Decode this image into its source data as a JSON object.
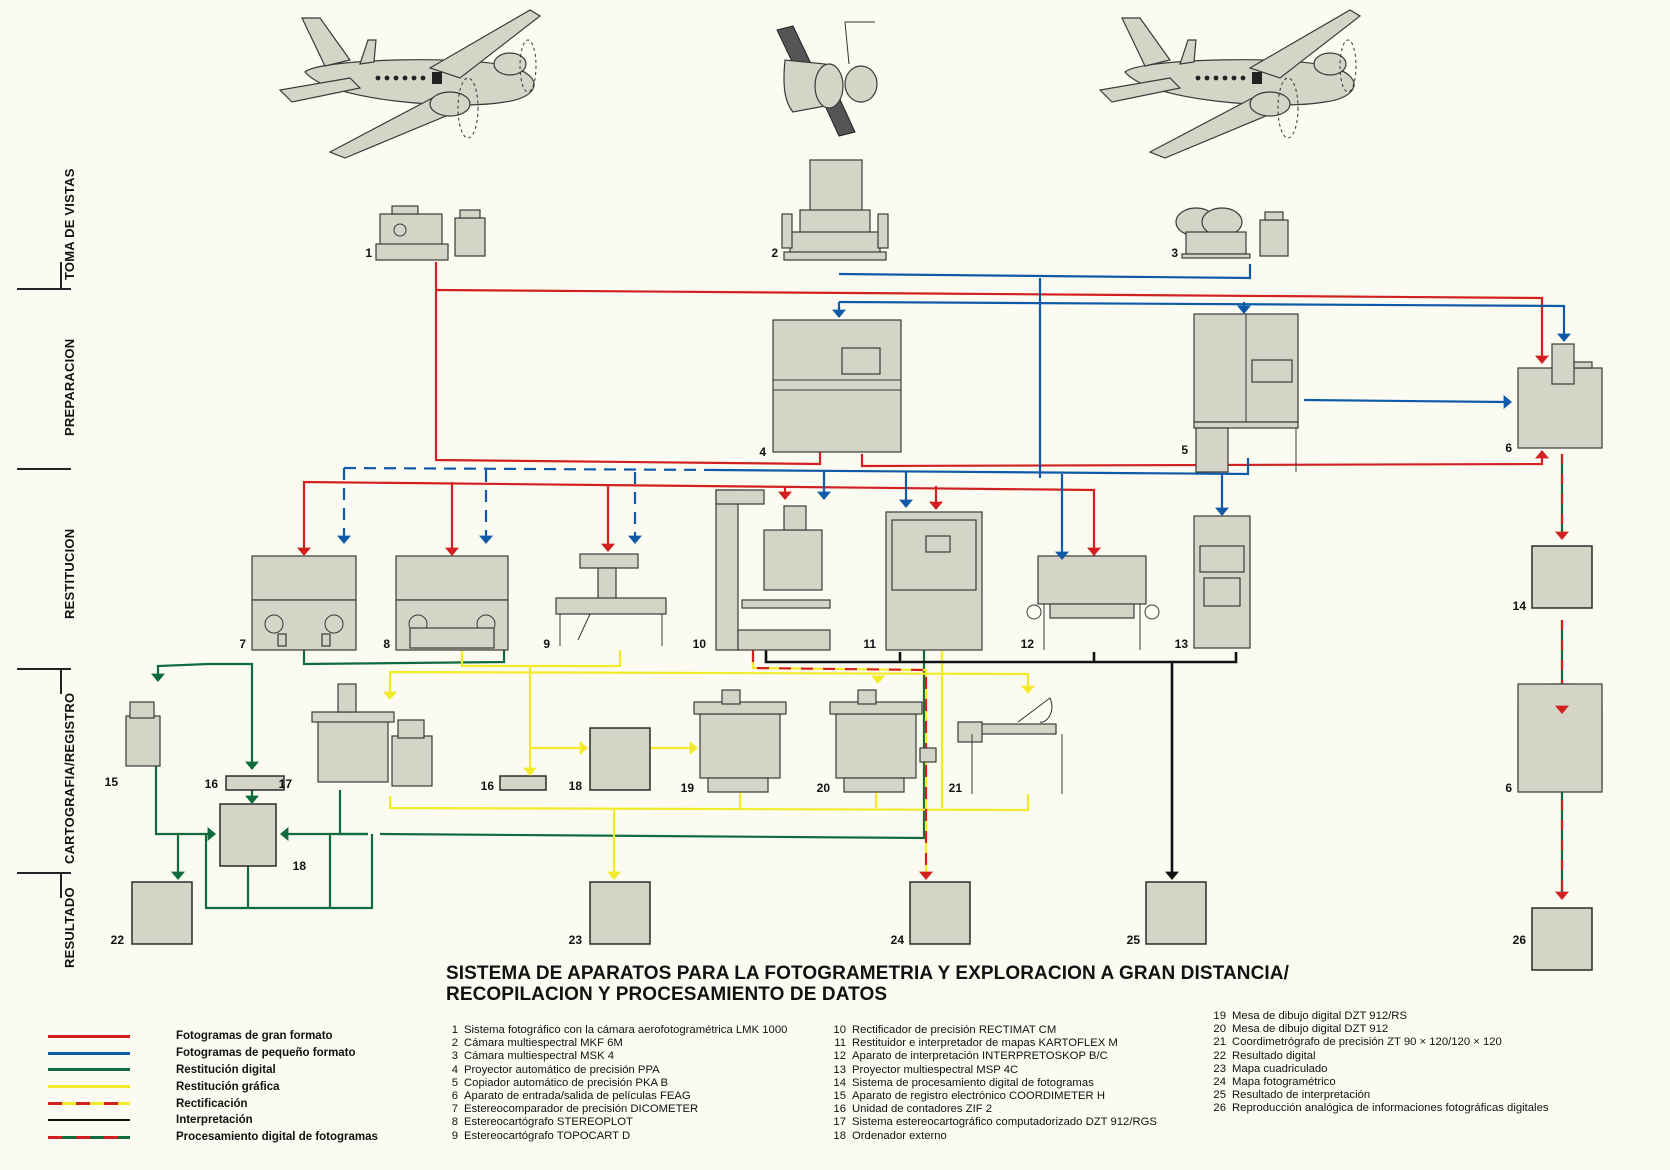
{
  "title": {
    "line1": "SISTEMA DE APARATOS PARA LA FOTOGRAMETRIA Y EXPLORACION A GRAN DISTANCIA/",
    "line2": "RECOPILACION Y PROCESAMIENTO DE DATOS"
  },
  "stages": [
    {
      "id": "toma",
      "label": "TOMA DE VISTAS"
    },
    {
      "id": "preparacion",
      "label": "PREPARACION"
    },
    {
      "id": "restitucion",
      "label": "RESTITUCION"
    },
    {
      "id": "cartografia",
      "label": "CARTOGRAFIA/REGISTRO"
    },
    {
      "id": "resultado",
      "label": "RESULTADO"
    }
  ],
  "colors": {
    "red": "#d21f1f",
    "blue": "#0f5aa8",
    "green": "#0f6b3a",
    "yellow": "#f2ea2a",
    "black": "#111111",
    "background": "#fbfbf2",
    "equipment_fill": "#d4d4c7"
  },
  "legend": [
    {
      "label": "Fotogramas de gran formato",
      "style": "solid",
      "colors": [
        "#d21f1f"
      ]
    },
    {
      "label": "Fotogramas de pequeño formato",
      "style": "solid",
      "colors": [
        "#0f5aa8"
      ]
    },
    {
      "label": "Restitución digital",
      "style": "solid",
      "colors": [
        "#0f6b3a"
      ]
    },
    {
      "label": "Restitución gráfica",
      "style": "solid",
      "colors": [
        "#f2ea2a"
      ]
    },
    {
      "label": "Rectificación",
      "style": "dashed",
      "colors": [
        "#d21f1f",
        "#f2ea2a"
      ]
    },
    {
      "label": "Interpretación",
      "style": "solid",
      "colors": [
        "#111111"
      ]
    },
    {
      "label": "Procesamiento digital de fotogramas",
      "style": "dashed",
      "colors": [
        "#d21f1f",
        "#0f6b3a"
      ]
    }
  ],
  "catalog": [
    {
      "num": "1",
      "text": "Sistema fotográfico con la cámara aerofotogramétrica LMK 1000"
    },
    {
      "num": "2",
      "text": "Cámara multiespectral MKF 6M"
    },
    {
      "num": "3",
      "text": "Cámara multiespectral MSK 4"
    },
    {
      "num": "4",
      "text": "Proyector automático de precisión PPA"
    },
    {
      "num": "5",
      "text": "Copiador automático de precisión PKA B"
    },
    {
      "num": "6",
      "text": "Aparato de entrada/salida de películas FEAG"
    },
    {
      "num": "7",
      "text": "Estereocomparador de precisión DICOMETER"
    },
    {
      "num": "8",
      "text": "Estereocartógrafo STEREOPLOT"
    },
    {
      "num": "9",
      "text": "Estereocartógrafo TOPOCART D"
    },
    {
      "num": "10",
      "text": "Rectificador de precisión RECTIMAT CM"
    },
    {
      "num": "11",
      "text": "Restituidor e interpretador de mapas KARTOFLEX M"
    },
    {
      "num": "12",
      "text": "Aparato de interpretación INTERPRETOSKOP B/C"
    },
    {
      "num": "13",
      "text": "Proyector multiespectral MSP 4C"
    },
    {
      "num": "14",
      "text": "Sistema de procesamiento digital de fotogramas"
    },
    {
      "num": "15",
      "text": "Aparato de registro electrónico COORDIMETER H"
    },
    {
      "num": "16",
      "text": "Unidad de contadores ZIF 2"
    },
    {
      "num": "17",
      "text": "Sistema estereocartográfico computadorizado DZT 912/RGS"
    },
    {
      "num": "18",
      "text": "Ordenador externo"
    },
    {
      "num": "19",
      "text": "Mesa de dibujo digital DZT 912/RS"
    },
    {
      "num": "20",
      "text": "Mesa de dibujo digital DZT 912"
    },
    {
      "num": "21",
      "text": "Coordimetrógrafo de precisión ZT 90 × 120/120 × 120"
    },
    {
      "num": "22",
      "text": "Resultado digital"
    },
    {
      "num": "23",
      "text": "Mapa cuadriculado"
    },
    {
      "num": "24",
      "text": "Mapa fotogramétrico"
    },
    {
      "num": "25",
      "text": "Resultado de interpretación"
    },
    {
      "num": "26",
      "text": "Reproducción analógica de informaciones fotográficas digitales"
    }
  ],
  "platforms": [
    {
      "id": "aircraft-left",
      "icon": "airplane-icon"
    },
    {
      "id": "satellite",
      "icon": "satellite-icon"
    },
    {
      "id": "aircraft-right",
      "icon": "airplane-icon"
    }
  ],
  "nodes": [
    {
      "id": "n1",
      "label": "1"
    },
    {
      "id": "n2",
      "label": "2"
    },
    {
      "id": "n3",
      "label": "3"
    },
    {
      "id": "n4",
      "label": "4"
    },
    {
      "id": "n5",
      "label": "5"
    },
    {
      "id": "n6a",
      "label": "6"
    },
    {
      "id": "n7",
      "label": "7"
    },
    {
      "id": "n8",
      "label": "8"
    },
    {
      "id": "n9",
      "label": "9"
    },
    {
      "id": "n10",
      "label": "10"
    },
    {
      "id": "n11",
      "label": "11"
    },
    {
      "id": "n12",
      "label": "12"
    },
    {
      "id": "n13",
      "label": "13"
    },
    {
      "id": "n14",
      "label": "14"
    },
    {
      "id": "n6b",
      "label": "6"
    },
    {
      "id": "n15",
      "label": "15"
    },
    {
      "id": "n16a",
      "label": "16"
    },
    {
      "id": "n17",
      "label": "17"
    },
    {
      "id": "n16b",
      "label": "16"
    },
    {
      "id": "n18a",
      "label": "18"
    },
    {
      "id": "n19",
      "label": "19"
    },
    {
      "id": "n20",
      "label": "20"
    },
    {
      "id": "n21",
      "label": "21"
    },
    {
      "id": "n18b",
      "label": "18"
    },
    {
      "id": "n22",
      "label": "22"
    },
    {
      "id": "n23",
      "label": "23"
    },
    {
      "id": "n24",
      "label": "24"
    },
    {
      "id": "n25",
      "label": "25"
    },
    {
      "id": "n26",
      "label": "26"
    }
  ]
}
